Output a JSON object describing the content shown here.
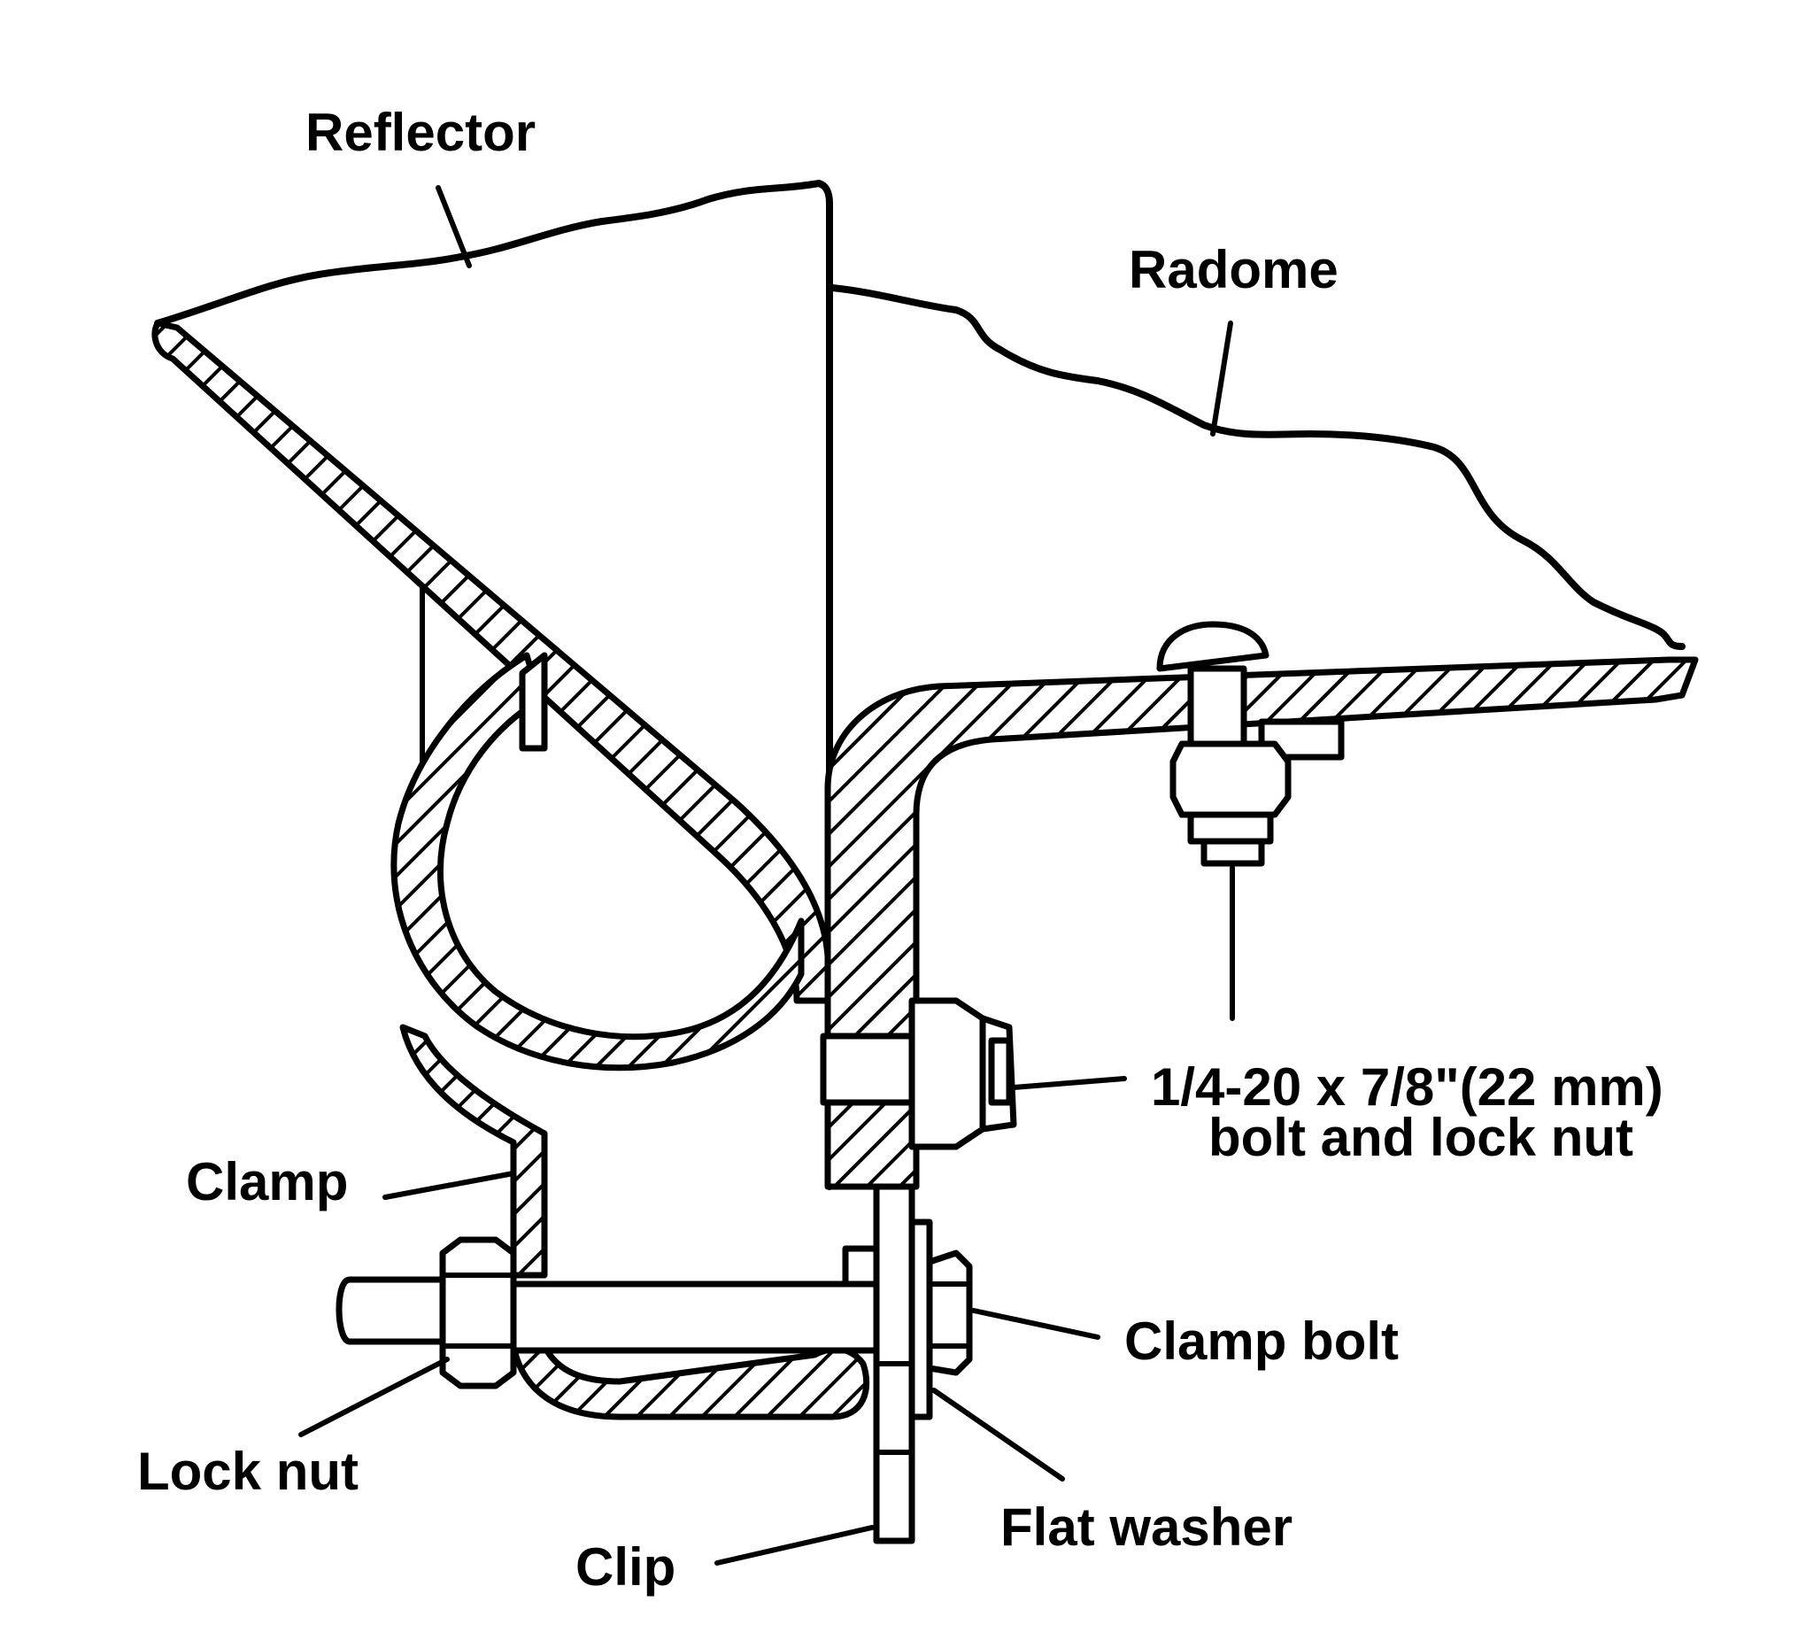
{
  "labels": {
    "reflector": "Reflector",
    "radome": "Radome",
    "bolt_line1": "1/4-20 x 7/8\"(22 mm)",
    "bolt_line2": "bolt and lock nut",
    "clamp": "Clamp",
    "clamp_bolt": "Clamp bolt",
    "lock_nut": "Lock nut",
    "flat_washer": "Flat washer",
    "clip": "Clip"
  }
}
